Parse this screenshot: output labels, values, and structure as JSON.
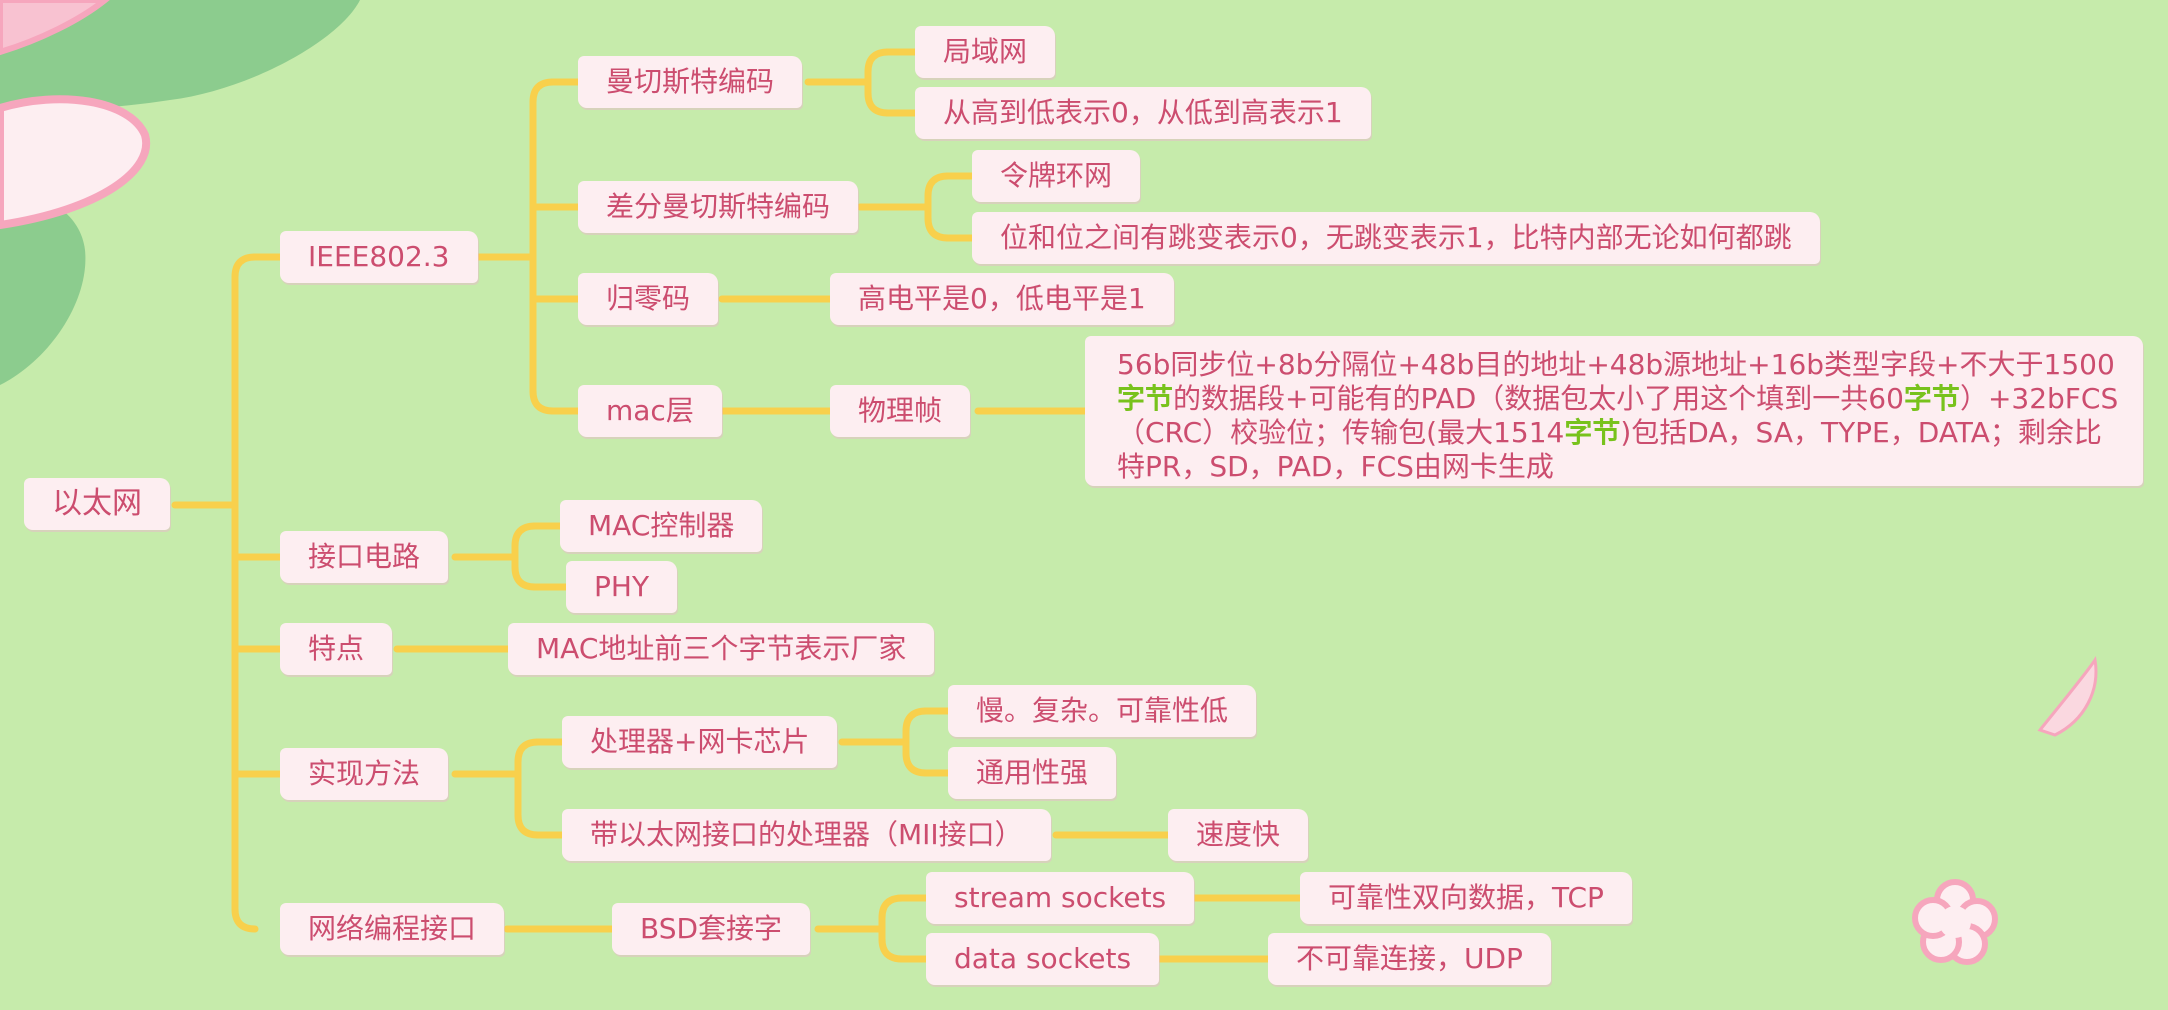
{
  "theme": {
    "background": "#c6ebab",
    "line_color": "#f8d04c",
    "node_fill": "#fdeef1",
    "node_text": "#cc4d6f",
    "highlight_text": "#78c21c",
    "decoration_pink": "#f6a6bd",
    "decoration_green": "#8ccc8e"
  },
  "mindmap": {
    "root": "以太网",
    "ieee": {
      "label": "IEEE802.3",
      "manchester": {
        "label": "曼切斯特编码",
        "usage": "局域网",
        "rule": "从高到低表示0，从低到高表示1"
      },
      "diff_manchester": {
        "label": "差分曼切斯特编码",
        "usage": "令牌环网",
        "rule": "位和位之间有跳变表示0，无跳变表示1，比特内部无论如何都跳"
      },
      "rz": {
        "label": "归零码",
        "rule": "高电平是0，低电平是1"
      },
      "mac": {
        "label": "mac层",
        "frame": "物理帧",
        "desc_parts": [
          "56b同步位+8b分隔位+48b目的地址+48b源地址+16b类型字段+不大于1500",
          "字节",
          "的数据段+可能有的PAD（数据包太小了用这个填到一共60",
          "字节",
          "）+32bFCS（CRC）校验位；传输包(最大1514",
          "字节",
          ")包括DA，SA，TYPE，DATA；剩余比特PR，SD，PAD，FCS由网卡生成"
        ]
      }
    },
    "interface": {
      "label": "接口电路",
      "mac_controller": "MAC控制器",
      "phy": "PHY"
    },
    "features": {
      "label": "特点",
      "item": "MAC地址前三个字节表示厂家"
    },
    "implementation": {
      "label": "实现方法",
      "cpu_nic": {
        "label": "处理器+网卡芯片",
        "con": "慢。复杂。可靠性低",
        "pro": "通用性强"
      },
      "cpu_eth": {
        "label": "带以太网接口的处理器（MII接口）",
        "pro": "速度快"
      }
    },
    "programming": {
      "label": "网络编程接口",
      "bsd": {
        "label": "BSD套接字",
        "stream": {
          "label": "stream sockets",
          "desc": "可靠性双向数据，TCP"
        },
        "data": {
          "label": "data sockets",
          "desc": "不可靠连接，UDP"
        }
      }
    }
  }
}
